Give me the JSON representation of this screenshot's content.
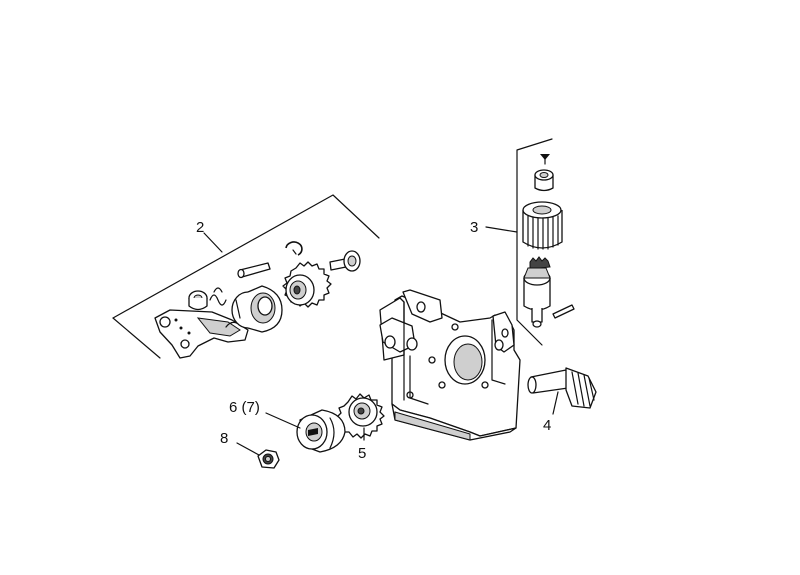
{
  "callouts": [
    {
      "id": "2",
      "text": "2"
    },
    {
      "id": "3",
      "text": "3"
    },
    {
      "id": "4",
      "text": "4"
    },
    {
      "id": "5",
      "text": "5"
    },
    {
      "id": "6",
      "text": "6 (7)"
    },
    {
      "id": "8",
      "text": "8"
    }
  ],
  "colors": {
    "ink": "#111111",
    "background": "#ffffff",
    "shade": "#cfcfcf"
  }
}
